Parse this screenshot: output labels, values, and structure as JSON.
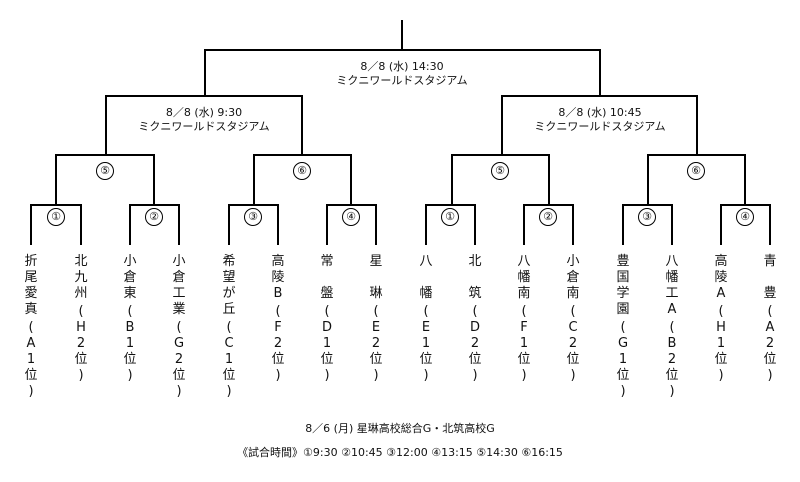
{
  "final": {
    "date": "8／8 (水) 14:30",
    "venue": "ミクニワールドスタジアム"
  },
  "semis": [
    {
      "date": "8／8 (水) 9:30",
      "venue": "ミクニワールドスタジアム"
    },
    {
      "date": "8／8 (水) 10:45",
      "venue": "ミクニワールドスタジアム"
    }
  ],
  "qf_marks": [
    "⑤",
    "⑥",
    "⑤",
    "⑥"
  ],
  "r1_marks": [
    "①",
    "②",
    "③",
    "④",
    "①",
    "②",
    "③",
    "④"
  ],
  "teams": [
    {
      "name": "折\n尾\n愛\n真",
      "rank": "(\nA\n1\n位\n)"
    },
    {
      "name": "北\n九\n州",
      "rank": "(\nH\n2\n位\n)"
    },
    {
      "name": "小\n倉\n東",
      "rank": "(\nB\n1\n位\n)"
    },
    {
      "name": "小\n倉\n工\n業",
      "rank": "(\nG\n2\n位\n)"
    },
    {
      "name": "希\n望\nが\n丘",
      "rank": "(\nC\n1\n位\n)"
    },
    {
      "name": "高\n陵\nB",
      "rank": "(\nF\n2\n位\n)"
    },
    {
      "name": "常\n\n盤",
      "rank": "(\nD\n1\n位\n)"
    },
    {
      "name": "星\n\n琳",
      "rank": "(\nE\n2\n位\n)"
    },
    {
      "name": "八\n\n幡",
      "rank": "(\nE\n1\n位\n)"
    },
    {
      "name": "北\n\n筑",
      "rank": "(\nD\n2\n位\n)"
    },
    {
      "name": "八\n幡\n南",
      "rank": "(\nF\n1\n位\n)"
    },
    {
      "name": "小\n倉\n南",
      "rank": "(\nC\n2\n位\n)"
    },
    {
      "name": "豊\n国\n学\n園",
      "rank": "(\nG\n1\n位\n)"
    },
    {
      "name": "八\n幡\n工\nA",
      "rank": "(\nB\n2\n位\n)"
    },
    {
      "name": "高\n陵\nA",
      "rank": "(\nH\n1\n位\n)"
    },
    {
      "name": "青\n\n豊",
      "rank": "(\nA\n2\n位\n)"
    }
  ],
  "footer": {
    "line1": "8／6 (月) 星琳高校総合G・北筑高校G",
    "line2": "《試合時間》①9:30 ②10:45 ③12:00 ④13:15 ⑤14:30 ⑥16:15"
  }
}
